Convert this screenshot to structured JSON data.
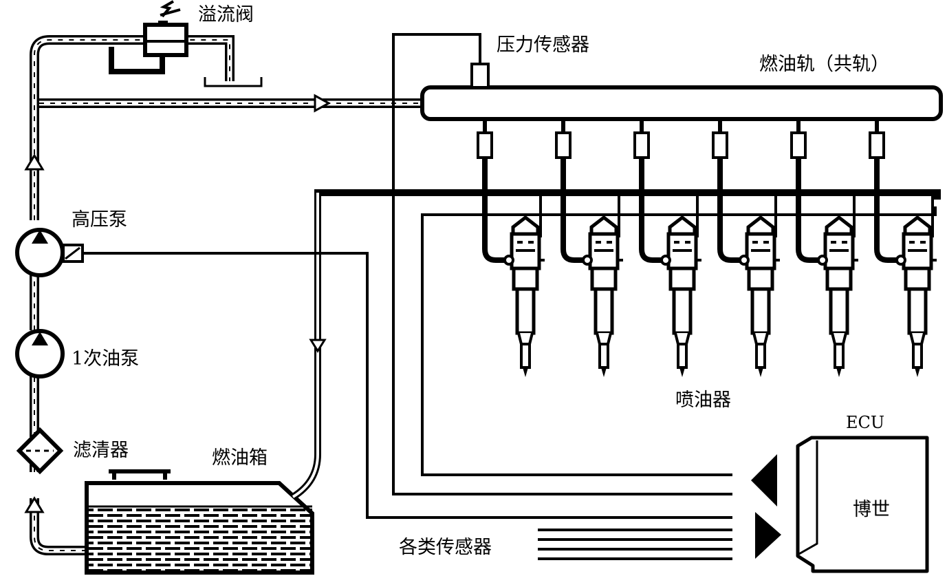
{
  "labels": {
    "overflow_valve": "溢流阀",
    "pressure_sensor": "压力传感器",
    "fuel_rail": "燃油轨（共轨）",
    "high_pressure_pump": "高压泵",
    "primary_pump": "1次油泵",
    "filter": "滤清器",
    "fuel_tank": "燃油箱",
    "injector": "喷油器",
    "ecu": "ECU",
    "ecu_brand": "博世",
    "sensors": "各类传感器"
  },
  "injector_count": 6
}
